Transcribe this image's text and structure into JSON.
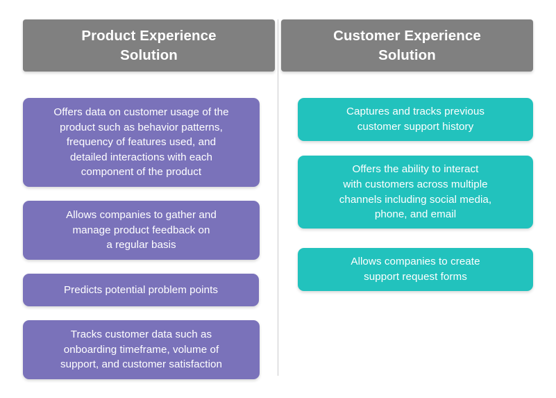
{
  "columns": [
    {
      "id": "product-experience",
      "header": "Product Experience\nSolution",
      "accent_color": "#7a72ba",
      "items": [
        "Offers data on customer usage of the\nproduct such as behavior patterns,\nfrequency of features used, and\ndetailed interactions with each\ncomponent of the product",
        "Allows companies to gather and\nmanage product feedback on\na regular basis",
        "Predicts potential problem points",
        "Tracks customer data such as\nonboarding timeframe, volume of\nsupport, and customer satisfaction"
      ]
    },
    {
      "id": "customer-experience",
      "header": "Customer Experience\nSolution",
      "accent_color": "#22c2bd",
      "items": [
        "Captures and tracks previous\ncustomer support history",
        "Offers the ability to interact\nwith customers across multiple\nchannels including social media,\nphone, and email",
        "Allows companies to create\nsupport request forms"
      ]
    }
  ],
  "theme": {
    "header_background": "#808080",
    "header_text_color": "#ffffff",
    "card_text_color": "#ffffff",
    "divider_color": "#c9c9cb",
    "page_background": "#ffffff"
  }
}
